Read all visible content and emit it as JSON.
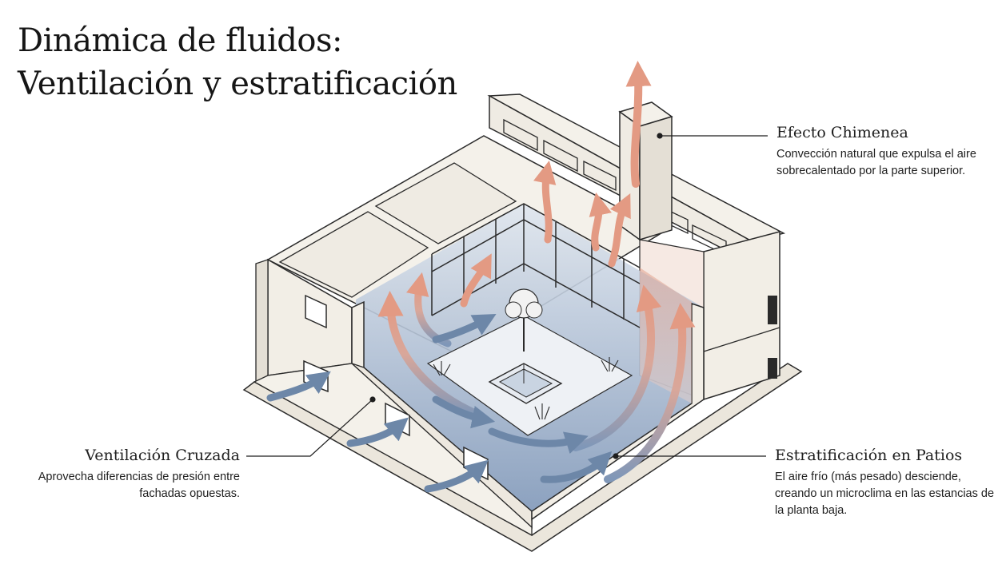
{
  "title": {
    "line1": "Dinámica de fluidos:",
    "line2": "Ventilación y estratificación"
  },
  "callouts": {
    "chimney": {
      "heading": "Efecto Chimenea",
      "body": "Convección natural que expulsa el aire sobrecalentado por la parte superior."
    },
    "stratification": {
      "heading": "Estratificación en Patios",
      "body": "El aire frío (más pesado) desciende, creando un microclima en las estancias de la planta baja."
    },
    "cross": {
      "heading": "Ventilación Cruzada",
      "body": "Aprovecha diferencias de presión entre fachadas opuestas."
    }
  },
  "colors": {
    "line": "#2a2a2a",
    "wall": "#f3efe7",
    "roof": "#ebe6dc",
    "cool_air": "#6d87a8",
    "warm_air": "#e0a08c",
    "courtyard_shadow": "#9fb3cc"
  }
}
